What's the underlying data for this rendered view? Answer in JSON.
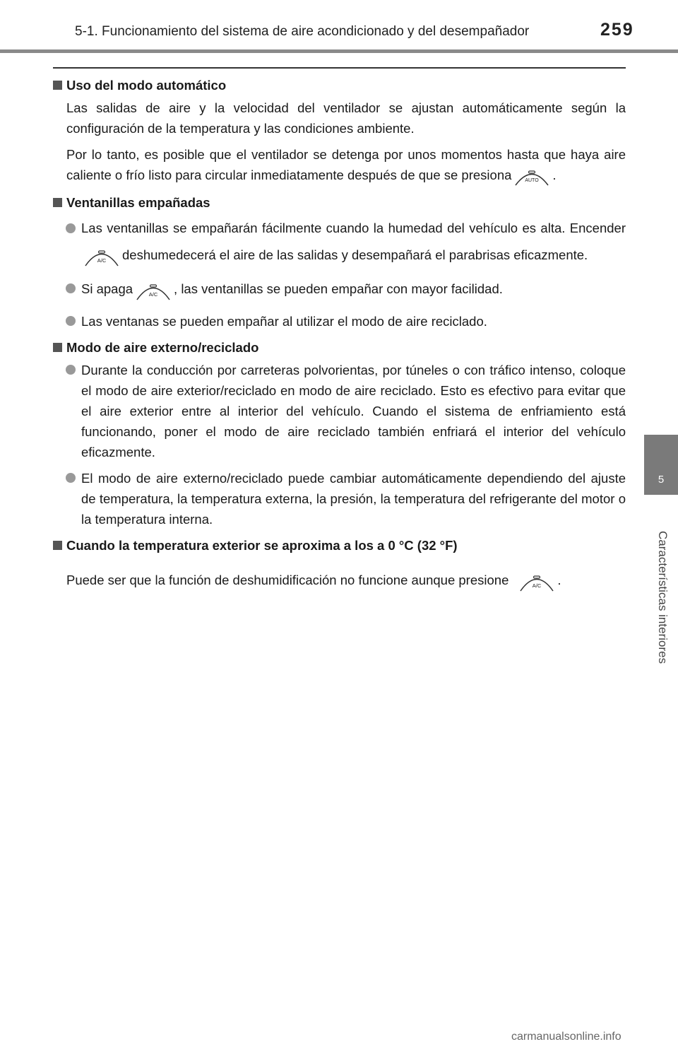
{
  "header": {
    "title": "5-1. Funcionamiento del sistema de aire acondicionado y del desempañador",
    "page_number": "259"
  },
  "side_tab": {
    "number": "5",
    "label": "Características interiores"
  },
  "icons": {
    "auto_label": "AUTO",
    "ac_label": "A/C"
  },
  "sections": {
    "auto_mode": {
      "heading": "Uso del modo automático",
      "p1": "Las salidas de aire y la velocidad del ventilador se ajustan automáticamente según la configuración de la temperatura y las condiciones ambiente.",
      "p2a": "Por lo tanto, es posible que el ventilador se detenga por unos momentos hasta que haya aire caliente o frío listo para circular inmediatamente después de que se presiona",
      "p2b": "."
    },
    "fogged": {
      "heading": "Ventanillas empañadas",
      "b1a": "Las ventanillas se empañarán fácilmente cuando la humedad del vehículo es alta. Encender",
      "b1b": "deshumedecerá el aire de las salidas y desempañará el parabrisas eficazmente.",
      "b2a": "Si apaga",
      "b2b": ", las ventanillas se pueden empañar con mayor facilidad.",
      "b3": "Las ventanas se pueden empañar al utilizar el modo de aire reciclado."
    },
    "air_mode": {
      "heading": "Modo de aire externo/reciclado",
      "b1": "Durante la conducción por carreteras polvorientas, por túneles o con tráfico intenso, coloque el modo de aire exterior/reciclado en modo de aire reciclado. Esto es efectivo para evitar que el aire exterior entre al interior del vehículo. Cuando el sistema de enfriamiento está funcionando, poner el modo de aire reciclado también enfriará el interior del vehículo eficazmente.",
      "b2": "El modo de aire externo/reciclado puede cambiar automáticamente dependiendo del ajuste de temperatura, la temperatura externa, la presión, la temperatura del refrigerante del motor o la temperatura interna."
    },
    "cold": {
      "heading": "Cuando la temperatura exterior se aproxima a los a 0 °C (32 °F)",
      "p1a": "Puede ser que la función de deshumidificación no funcione aunque presione",
      "p1b": "."
    }
  },
  "watermark": "carmanualsonline.info"
}
